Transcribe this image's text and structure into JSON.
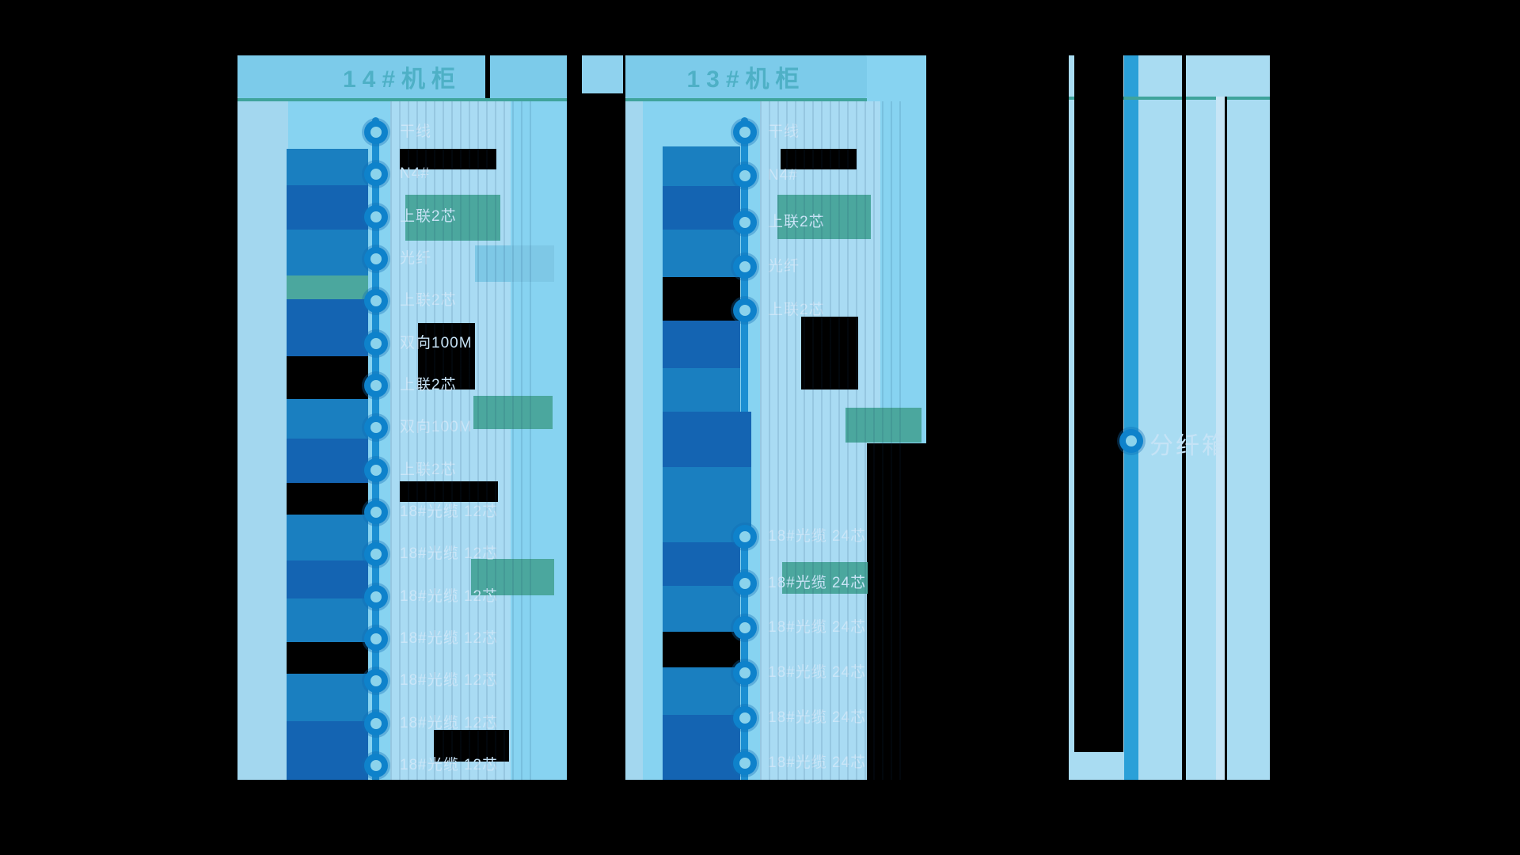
{
  "page": {
    "background": "#000000",
    "description_labels": {
      "cabinet_suffix": "#机柜"
    }
  },
  "colors": {
    "panel_bg": "#87D3F1",
    "panel_left_strip": "#A3D7EF",
    "header_bg": "#7CCBEA",
    "header_text": "#4EB0C6",
    "divider_teal": "#3FA49C",
    "timeline_line": "#1B8FD2",
    "dot_outer": "#0E82CB",
    "dot_inner": "#8BD3EC",
    "label_text": "#CBE6F8",
    "glitch_dark_blue": "#1464B2",
    "glitch_mid_blue": "#1A7FC0",
    "glitch_teal": "#4BA79E",
    "side_panel_bg": "#A9DCF2",
    "side_timeline": "#2AA0D8"
  },
  "cabinets": [
    {
      "title": "14#机柜",
      "items": [
        {
          "label": "干线"
        },
        {
          "label": "N4#"
        },
        {
          "label": "上联2芯"
        },
        {
          "label": "光纤"
        },
        {
          "label": "上联2芯"
        },
        {
          "label": "双向100M"
        },
        {
          "label": "上联2芯"
        },
        {
          "label": "双向100M"
        },
        {
          "label": "上联2芯"
        },
        {
          "label": "18#光缆 12芯"
        },
        {
          "label": "18#光缆 12芯"
        },
        {
          "label": "18#光缆 12芯"
        },
        {
          "label": "18#光缆 12芯"
        },
        {
          "label": "18#光缆 12芯"
        },
        {
          "label": "18#光缆 12芯"
        },
        {
          "label": "18#光缆 12芯"
        }
      ]
    },
    {
      "title": "13#机柜",
      "items": [
        {
          "label": "干线"
        },
        {
          "label": "N4#"
        },
        {
          "label": "上联2芯"
        },
        {
          "label": "光纤"
        },
        {
          "label": "上联2芯"
        },
        {
          "label": "18#光缆 24芯"
        },
        {
          "label": "18#光缆 24芯"
        },
        {
          "label": "18#光缆 24芯"
        },
        {
          "label": "18#光缆 24芯"
        },
        {
          "label": "18#光缆 24芯"
        },
        {
          "label": "18#光缆 24芯"
        }
      ]
    }
  ],
  "side_node": {
    "label": "分纤箱"
  }
}
